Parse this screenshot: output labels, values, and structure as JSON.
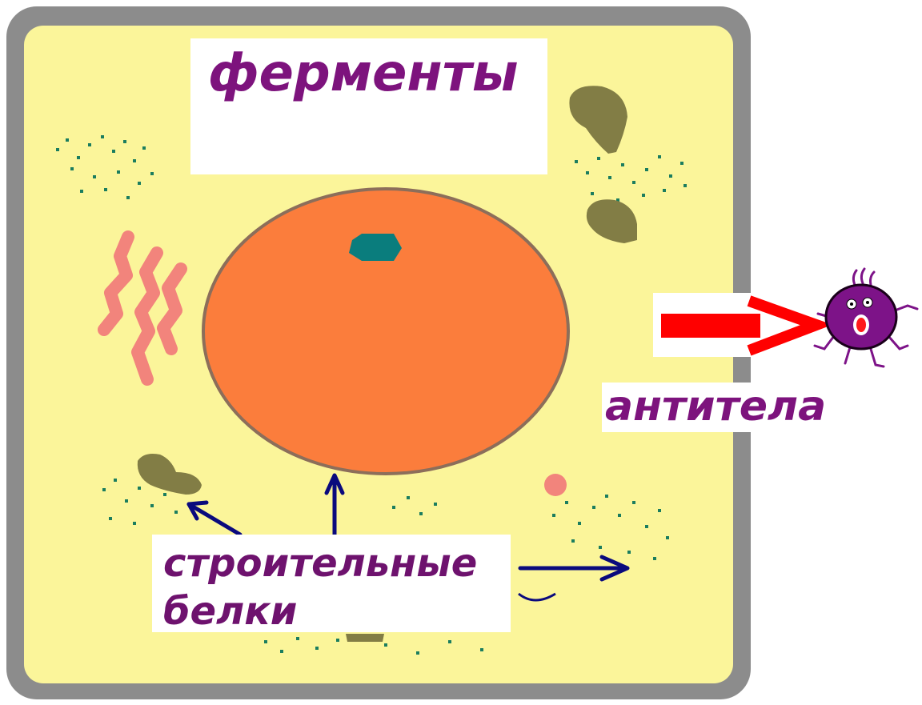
{
  "labels": {
    "enzymes": "ферменты",
    "antibodies": "антитела",
    "structural_line1": "строительные",
    "structural_line2": "белки"
  },
  "colors": {
    "background": "#ffffff",
    "cell_wall": "#8c8c8c",
    "cytoplasm": "#fbf59a",
    "nucleus": "#fb7d3c",
    "nucleolus": "#0a7d7d",
    "golgi": "#f2847c",
    "mitochondria": "#827d45",
    "ribosomes": "#1b7d5e",
    "label_enzymes": "#7d137d",
    "label_antibodies": "#7d137d",
    "label_structural": "#6e126e",
    "arrow_enzymes": "#7d137d",
    "arrow_structural": "#0a0a7d",
    "arrow_antibodies": "#ff0000",
    "microbe_body": "#7d1388",
    "microbe_mouth": "#ff1a1a"
  },
  "icons": {
    "microbe": "microbe-icon"
  }
}
